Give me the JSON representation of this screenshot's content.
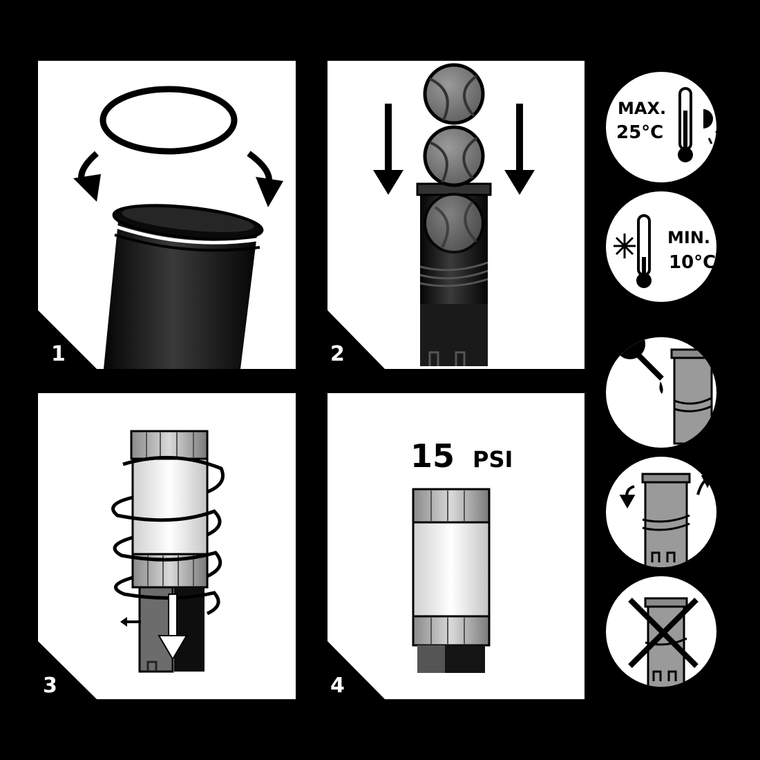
{
  "steps": [
    {
      "number": "1"
    },
    {
      "number": "2"
    },
    {
      "number": "3"
    },
    {
      "number": "4"
    }
  ],
  "pressure": {
    "value": "15",
    "unit": "PSI"
  },
  "storage": {
    "max_label": "MAX.",
    "max_temp": "25°C",
    "min_label": "MIN.",
    "min_temp": "10°C"
  },
  "colors": {
    "background": "#000000",
    "panel": "#ffffff",
    "tube_dark": "#111111",
    "tube_grey": "#9a9a9a",
    "ball": "#7a7a7a"
  },
  "icons": [
    "halo-ring-icon",
    "curved-arrow-icon",
    "down-arrow-icon",
    "tennis-ball-icon",
    "thermometer-icon",
    "sun-icon",
    "snowflake-icon",
    "dropper-icon",
    "twist-arrows-icon",
    "cross-icon",
    "spiral-icon",
    "tube-icon"
  ]
}
